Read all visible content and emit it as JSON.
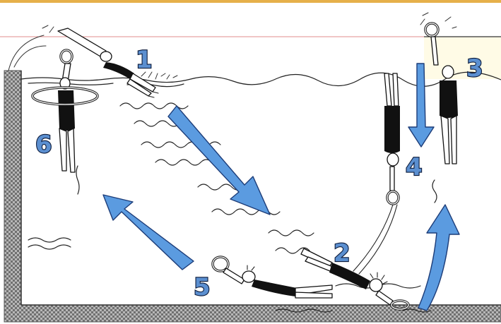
{
  "steps": {
    "s1": "1",
    "s2": "2",
    "s3": "3",
    "s4": "4",
    "s5": "5",
    "s6": "6"
  },
  "colors": {
    "arrow_fill": "#5b9be0",
    "arrow_outline": "#1c3c78",
    "pool_wall": "#8a8a8a",
    "number_fill": "#5b8fd0"
  },
  "icons": [
    "diving-board-icon",
    "ring-icon",
    "arrow-icon"
  ]
}
